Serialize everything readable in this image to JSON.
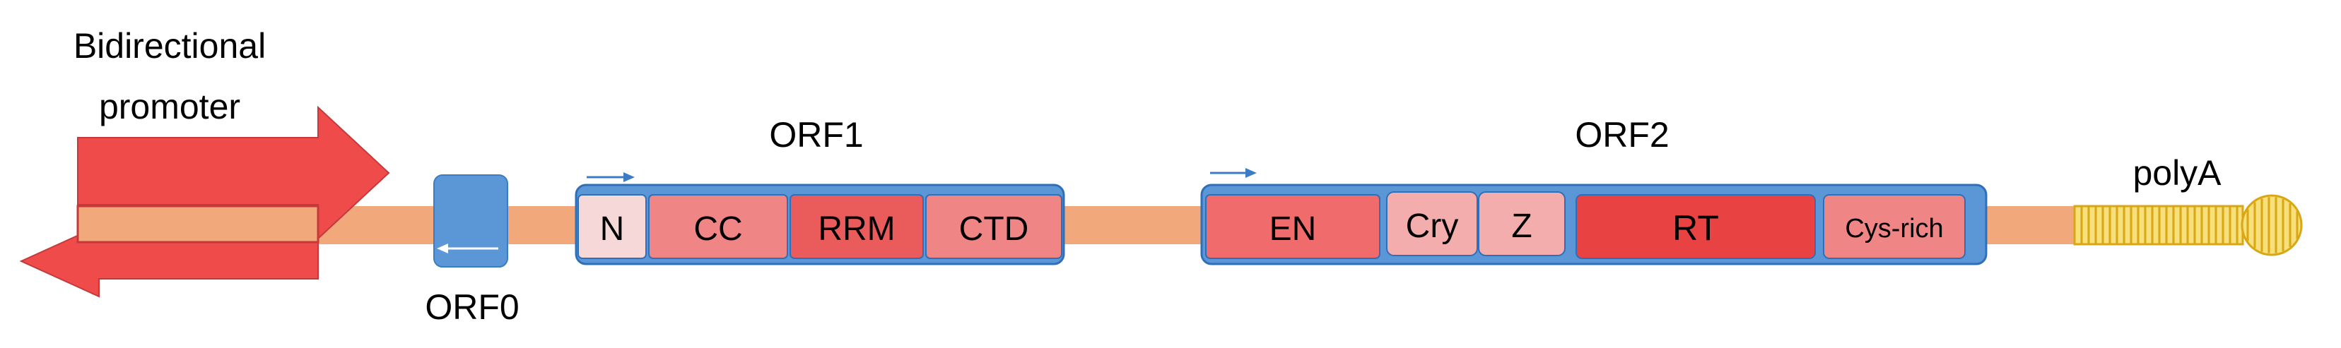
{
  "labels": {
    "promoter_line1": "Bidirectional",
    "promoter_line2": "promoter",
    "orf0": "ORF0",
    "orf1": "ORF1",
    "orf2": "ORF2",
    "polya": "polyA"
  },
  "orf1_domains": [
    "N",
    "CC",
    "RRM",
    "CTD"
  ],
  "orf2_domains": [
    "EN",
    "Cry",
    "Z",
    "RT",
    "Cys-rich"
  ],
  "colors": {
    "backbone": "#f1a97c",
    "promoter_arrow": "#f04b4b",
    "orf_box": "#5b97d6",
    "orf_border": "#2f6fb9",
    "domain_light": "#f6c9c9",
    "domain_mid": "#f08585",
    "domain_strong": "#e94b4b",
    "polya_fill": "#f7df7a",
    "polya_stroke": "#d9a614"
  }
}
